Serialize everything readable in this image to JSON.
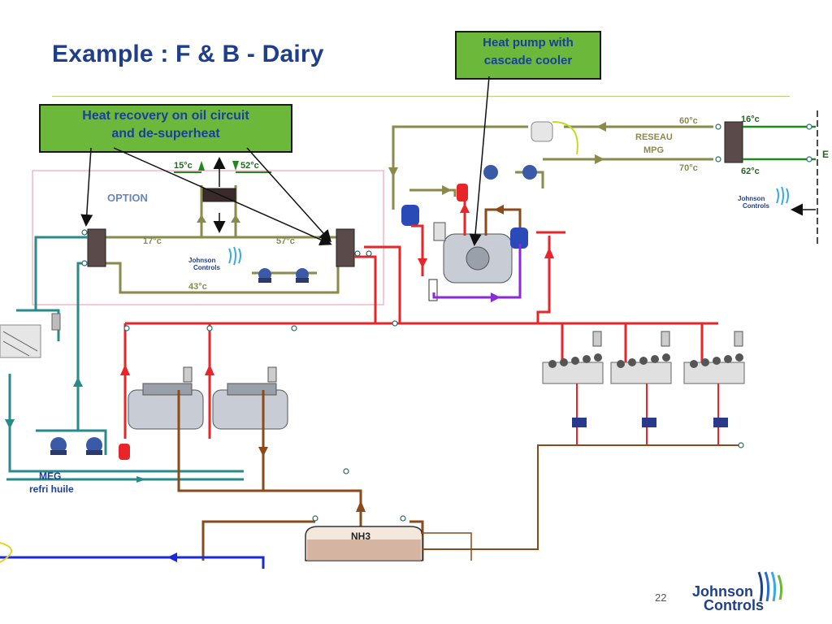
{
  "slide": {
    "title": "Example : F & B - Dairy",
    "page_number": "22"
  },
  "callouts": {
    "heat_recovery_line1": "Heat recovery on oil circuit",
    "heat_recovery_line2": "and de-superheat",
    "heat_pump_line1": "Heat pump with",
    "heat_pump_line2": "cascade cooler"
  },
  "diagram": {
    "option_label": "OPTION",
    "temp_15": "15°c",
    "temp_52": "52°c",
    "temp_17": "17°c",
    "temp_57": "57°c",
    "temp_43": "43°c",
    "temp_60": "60°c",
    "temp_70": "70°c",
    "temp_16": "16°c",
    "temp_62": "62°c",
    "reseau": "RESEAU",
    "mpg": "MPG",
    "meg": "MEG",
    "refri_huile": "refri huile",
    "nh3": "NH3",
    "jc_small_1": "Johnson",
    "jc_small_2": "Controls",
    "edge_letter": "E"
  },
  "logo": {
    "line1": "Johnson",
    "line2": "Controls"
  },
  "colors": {
    "title": "#1f3e8c",
    "callout_bg": "#6cb83a",
    "hot": "#e8262a",
    "olive": "#8a8a4a",
    "teal": "#2a8a8a",
    "brown": "#8a4a1a",
    "green": "#1e8a1e",
    "blue": "#1a2ad8",
    "purple": "#8a2ad8"
  }
}
